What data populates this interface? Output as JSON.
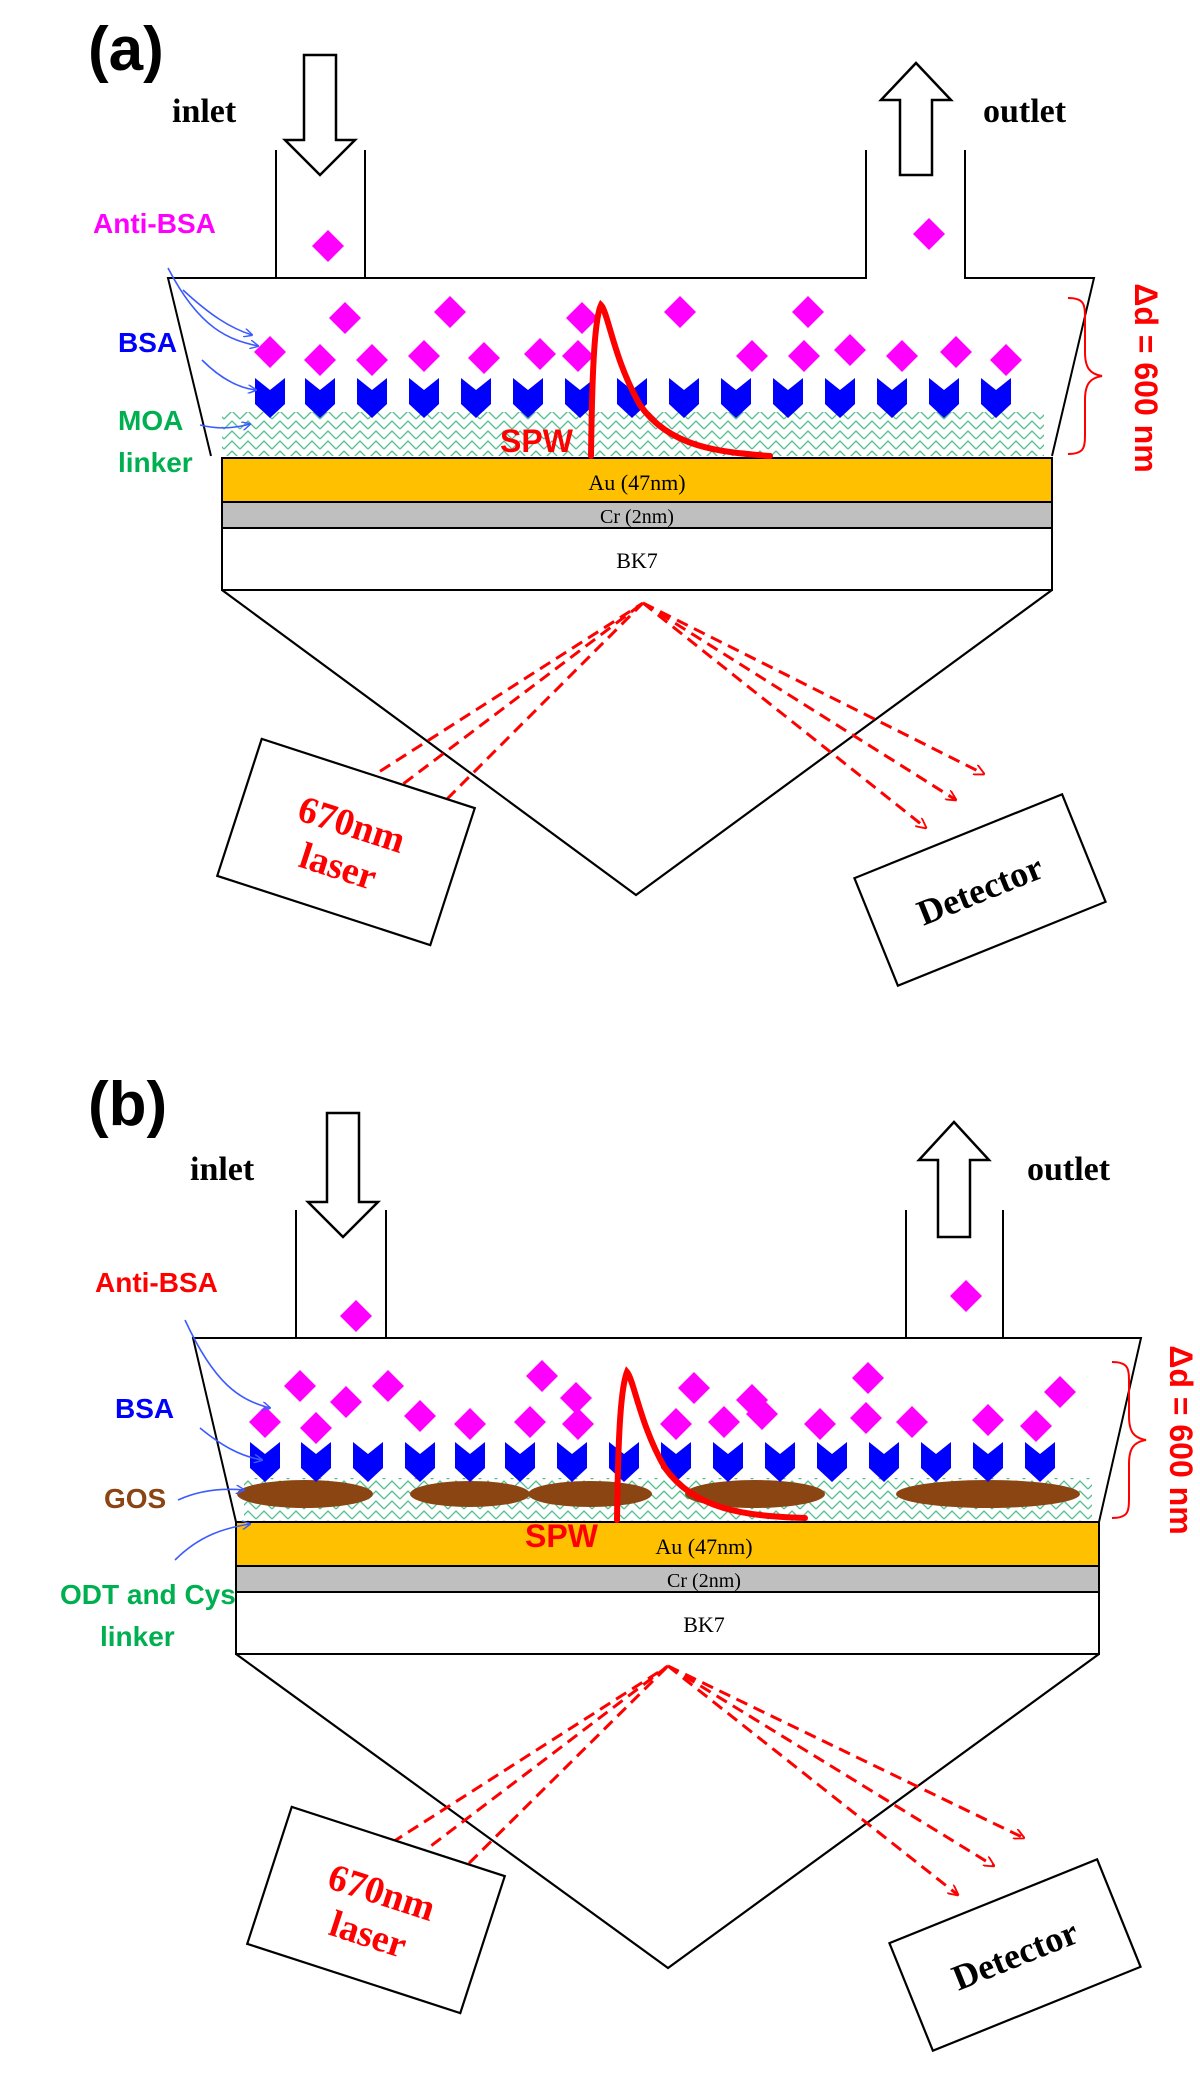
{
  "colors": {
    "analyte": "#ff00ff",
    "receptor": "#0000ff",
    "gold": "#ffc000",
    "chromium": "#bfbfbf",
    "beam": "#ff0000",
    "linker_a": "#00b050",
    "linker_b": "#00b050",
    "gos": "#8b4513",
    "outline": "#000000"
  },
  "panels": [
    {
      "id": "a",
      "label": "(a)",
      "inlet": "inlet",
      "outlet": "outlet",
      "labels": {
        "analyte": "Anti-BSA",
        "receptor": "BSA",
        "linker_line1": "MOA",
        "linker_line2": "linker"
      },
      "spw": "SPW",
      "thickness": "Δd = 600 nm",
      "layers": {
        "au": "Au (47nm)",
        "cr": "Cr (2nm)",
        "bk7": "BK7"
      },
      "laser_line1": "670nm",
      "laser_line2": "laser",
      "detector": "Detector"
    },
    {
      "id": "b",
      "label": "(b)",
      "inlet": "inlet",
      "outlet": "outlet",
      "labels": {
        "analyte": "Anti-BSA",
        "receptor": "BSA",
        "gos": "GOS",
        "linker_line1": "ODT and Cys",
        "linker_line2": "linker"
      },
      "spw": "SPW",
      "thickness": "Δd = 600 nm",
      "layers": {
        "au": "Au (47nm)",
        "cr": "Cr (2nm)",
        "bk7": "BK7"
      },
      "laser_line1": "670nm",
      "laser_line2": "laser",
      "detector": "Detector"
    }
  ]
}
